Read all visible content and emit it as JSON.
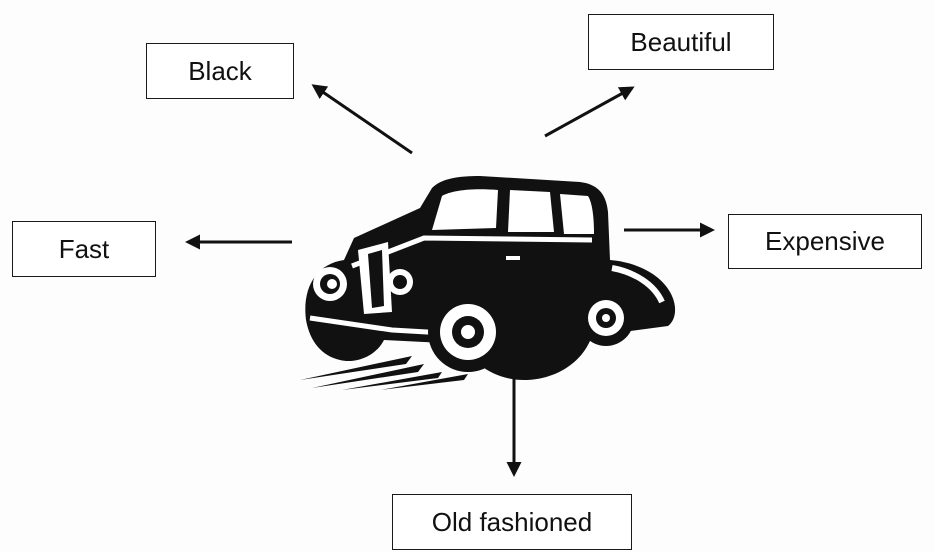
{
  "labels": {
    "black": "Black",
    "beautiful": "Beautiful",
    "fast": "Fast",
    "expensive": "Expensive",
    "old_fashioned": "Old fashioned"
  },
  "central_image": "vintage-car-icon",
  "colors": {
    "ink": "#111111",
    "background": "#ffffff"
  }
}
